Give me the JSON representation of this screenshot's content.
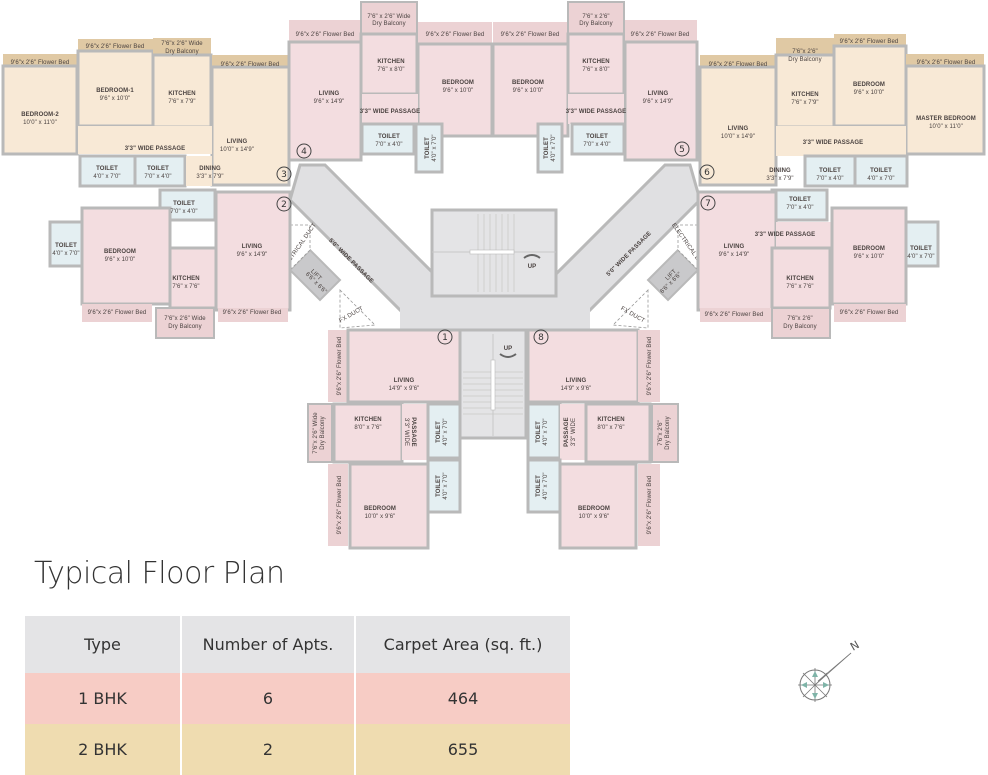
{
  "title": "Typical Floor Plan",
  "colors": {
    "wall": "#b9b9b9",
    "bhk1_fill": "#f3dde0",
    "bhk2_fill": "#f8e9d6",
    "toilet_fill": "#e4eff2",
    "flower_bed_2bhk": "#e0c9a4",
    "flower_bed_1bhk": "#ecd2d4",
    "common_area": "#e0e0e2",
    "lift_fill": "#c9c9cb",
    "table_header": "#e4e4e6",
    "table_1bhk": "#f7ccc5",
    "table_2bhk": "#efdcb0"
  },
  "table": {
    "headers": [
      "Type",
      "Number of Apts.",
      "Carpet Area (sq. ft.)"
    ],
    "rows": [
      {
        "type": "1 BHK",
        "count": "6",
        "area": "464"
      },
      {
        "type": "2 BHK",
        "count": "2",
        "area": "655"
      }
    ]
  },
  "compass": {
    "label": "N"
  },
  "common": {
    "passage_left": "5'0\" WIDE PASSAGE",
    "passage_right": "5'0\" WIDE PASSAGE",
    "lift_label": "LIFT",
    "lift_size": "6'6\" x 6'6\"",
    "electrical_duct": "ELECTRICAL DUCT",
    "fx_duct": "FX DUCT",
    "stair_up": "UP"
  },
  "units": [
    {
      "id": "3",
      "type": "2 BHK",
      "rooms": [
        {
          "name": "9'6\"x 2'6\" Flower Bed",
          "size": ""
        },
        {
          "name": "BEDROOM-2",
          "size": "10'0\" x 11'0\""
        },
        {
          "name": "9'6\"x 2'6\" Flower Bed",
          "size": ""
        },
        {
          "name": "BEDROOM-1",
          "size": "9'6\" x 10'0\""
        },
        {
          "name": "7'6\"x 2'6\" Wide",
          "size": "Dry Balcony"
        },
        {
          "name": "KITCHEN",
          "size": "7'6\" x 7'9\""
        },
        {
          "name": "9'6\"x 2'6\" Flower Bed",
          "size": ""
        },
        {
          "name": "LIVING",
          "size": "10'0\" x 14'9\""
        },
        {
          "name": "3'3\" WIDE PASSAGE",
          "size": ""
        },
        {
          "name": "TOILET",
          "size": "4'0\" x 7'0\""
        },
        {
          "name": "TOILET",
          "size": "7'0\" x 4'0\""
        },
        {
          "name": "DINING",
          "size": "3'3\" x 7'9\""
        }
      ]
    },
    {
      "id": "4",
      "type": "1 BHK",
      "rooms": [
        {
          "name": "9'6\"x 2'6\" Flower Bed",
          "size": ""
        },
        {
          "name": "7'6\" x 2'6\" Wide",
          "size": "Dry Balcony"
        },
        {
          "name": "9'6\"x 2'6\" Flower Bed",
          "size": ""
        },
        {
          "name": "LIVING",
          "size": "9'6\" x 14'9\""
        },
        {
          "name": "KITCHEN",
          "size": "7'6\" x 8'0\""
        },
        {
          "name": "BEDROOM",
          "size": "9'6\" x 10'0\""
        },
        {
          "name": "3'3\" WIDE PASSAGE",
          "size": ""
        },
        {
          "name": "TOILET",
          "size": "7'0\" x 4'0\""
        },
        {
          "name": "TOILET",
          "size": "4'0\" x 7'0\""
        }
      ]
    },
    {
      "id": "5",
      "type": "1 BHK",
      "rooms": [
        {
          "name": "9'6\"x 2'6\" Flower Bed",
          "size": ""
        },
        {
          "name": "7'6\" x 2'6\"",
          "size": "Dry Balcony"
        },
        {
          "name": "9'6\"x 2'6\" Flower Bed",
          "size": ""
        },
        {
          "name": "BEDROOM",
          "size": "9'6\" x 10'0\""
        },
        {
          "name": "KITCHEN",
          "size": "7'6\" x 8'0\""
        },
        {
          "name": "LIVING",
          "size": "9'6\" x 14'9\""
        },
        {
          "name": "3'3\" WIDE PASSAGE",
          "size": ""
        },
        {
          "name": "TOILET",
          "size": "4'0\" x 7'0\""
        },
        {
          "name": "TOILET",
          "size": "7'0\" x 4'0\""
        }
      ]
    },
    {
      "id": "6",
      "type": "2 BHK",
      "rooms": [
        {
          "name": "9'6\"x 2'6\" Flower Bed",
          "size": ""
        },
        {
          "name": "7'6\"x 2'6\"",
          "size": "Dry Balcony"
        },
        {
          "name": "9'6\"x 2'6\" Flower Bed",
          "size": ""
        },
        {
          "name": "9'6\"x 2'6\" Flower Bed",
          "size": ""
        },
        {
          "name": "LIVING",
          "size": "10'0\" x 14'9\""
        },
        {
          "name": "KITCHEN",
          "size": "7'6\" x 7'9\""
        },
        {
          "name": "BEDROOM",
          "size": "9'6\" x 10'0\""
        },
        {
          "name": "MASTER BEDROOM",
          "size": "10'0\" x 11'0\""
        },
        {
          "name": "3'3\" WIDE PASSAGE",
          "size": ""
        },
        {
          "name": "DINING",
          "size": "3'3\" x 7'9\""
        },
        {
          "name": "TOILET",
          "size": "7'0\" x 4'0\""
        },
        {
          "name": "TOILET",
          "size": "4'0\" x 7'0\""
        }
      ]
    },
    {
      "id": "2",
      "type": "1 BHK",
      "rooms": [
        {
          "name": "TOILET",
          "size": "7'0\" x 4'0\""
        },
        {
          "name": "TOILET",
          "size": "4'0\" x 7'0\""
        },
        {
          "name": "BEDROOM",
          "size": "9'6\" x 10'0\""
        },
        {
          "name": "KITCHEN",
          "size": "7'6\" x 7'6\""
        },
        {
          "name": "LIVING",
          "size": "9'6\" x 14'9\""
        },
        {
          "name": "9'6\"x 2'6\" Flower Bed",
          "size": ""
        },
        {
          "name": "7'6\"x 2'6\" Wide",
          "size": "Dry Balcony"
        },
        {
          "name": "9'6\"x 2'6\" Flower Bed",
          "size": ""
        }
      ]
    },
    {
      "id": "7",
      "type": "1 BHK",
      "rooms": [
        {
          "name": "TOILET",
          "size": "7'0\" x 4'0\""
        },
        {
          "name": "3'3\" WIDE PASSAGE",
          "size": ""
        },
        {
          "name": "LIVING",
          "size": "9'6\" x 14'9\""
        },
        {
          "name": "KITCHEN",
          "size": "7'6\" x 7'6\""
        },
        {
          "name": "BEDROOM",
          "size": "9'6\" x 10'0\""
        },
        {
          "name": "TOILET",
          "size": "4'0\" x 7'0\""
        },
        {
          "name": "9'6\"x 2'6\" Flower Bed",
          "size": ""
        },
        {
          "name": "7'6\"x 2'6\"",
          "size": "Dry Balcony"
        },
        {
          "name": "9'6\"x 2'6\" Flower Bed",
          "size": ""
        }
      ]
    },
    {
      "id": "1",
      "type": "1 BHK",
      "rooms": [
        {
          "name": "9'6\"x 2'6\" Flower Bed",
          "size": ""
        },
        {
          "name": "LIVING",
          "size": "14'9\" x 9'6\""
        },
        {
          "name": "7'6\"x 2'6\" Wide",
          "size": "Dry Balcony"
        },
        {
          "name": "KITCHEN",
          "size": "8'0\" x 7'6\""
        },
        {
          "name": "PASSAGE",
          "size": "3'3\" WIDE"
        },
        {
          "name": "TOILET",
          "size": "4'0\" x 7'0\""
        },
        {
          "name": "9'6\"x 2'6\" Flower Bed",
          "size": ""
        },
        {
          "name": "BEDROOM",
          "size": "10'0\" x 9'6\""
        },
        {
          "name": "TOILET",
          "size": "4'0\" x 7'0\""
        }
      ]
    },
    {
      "id": "8",
      "type": "1 BHK",
      "rooms": [
        {
          "name": "LIVING",
          "size": "14'9\" x 9'6\""
        },
        {
          "name": "9'6\"x 2'6\" Flower Bed",
          "size": ""
        },
        {
          "name": "TOILET",
          "size": "4'0\" x 7'0\""
        },
        {
          "name": "PASSAGE",
          "size": "3'3\" WIDE"
        },
        {
          "name": "KITCHEN",
          "size": "8'0\" x 7'6\""
        },
        {
          "name": "7'6\"x 2'6\"",
          "size": "Dry Balcony"
        },
        {
          "name": "TOILET",
          "size": "4'0\" x 7'0\""
        },
        {
          "name": "BEDROOM",
          "size": "10'0\" x 9'6\""
        },
        {
          "name": "9'6\"x 2'6\" Flower Bed",
          "size": ""
        }
      ]
    }
  ]
}
